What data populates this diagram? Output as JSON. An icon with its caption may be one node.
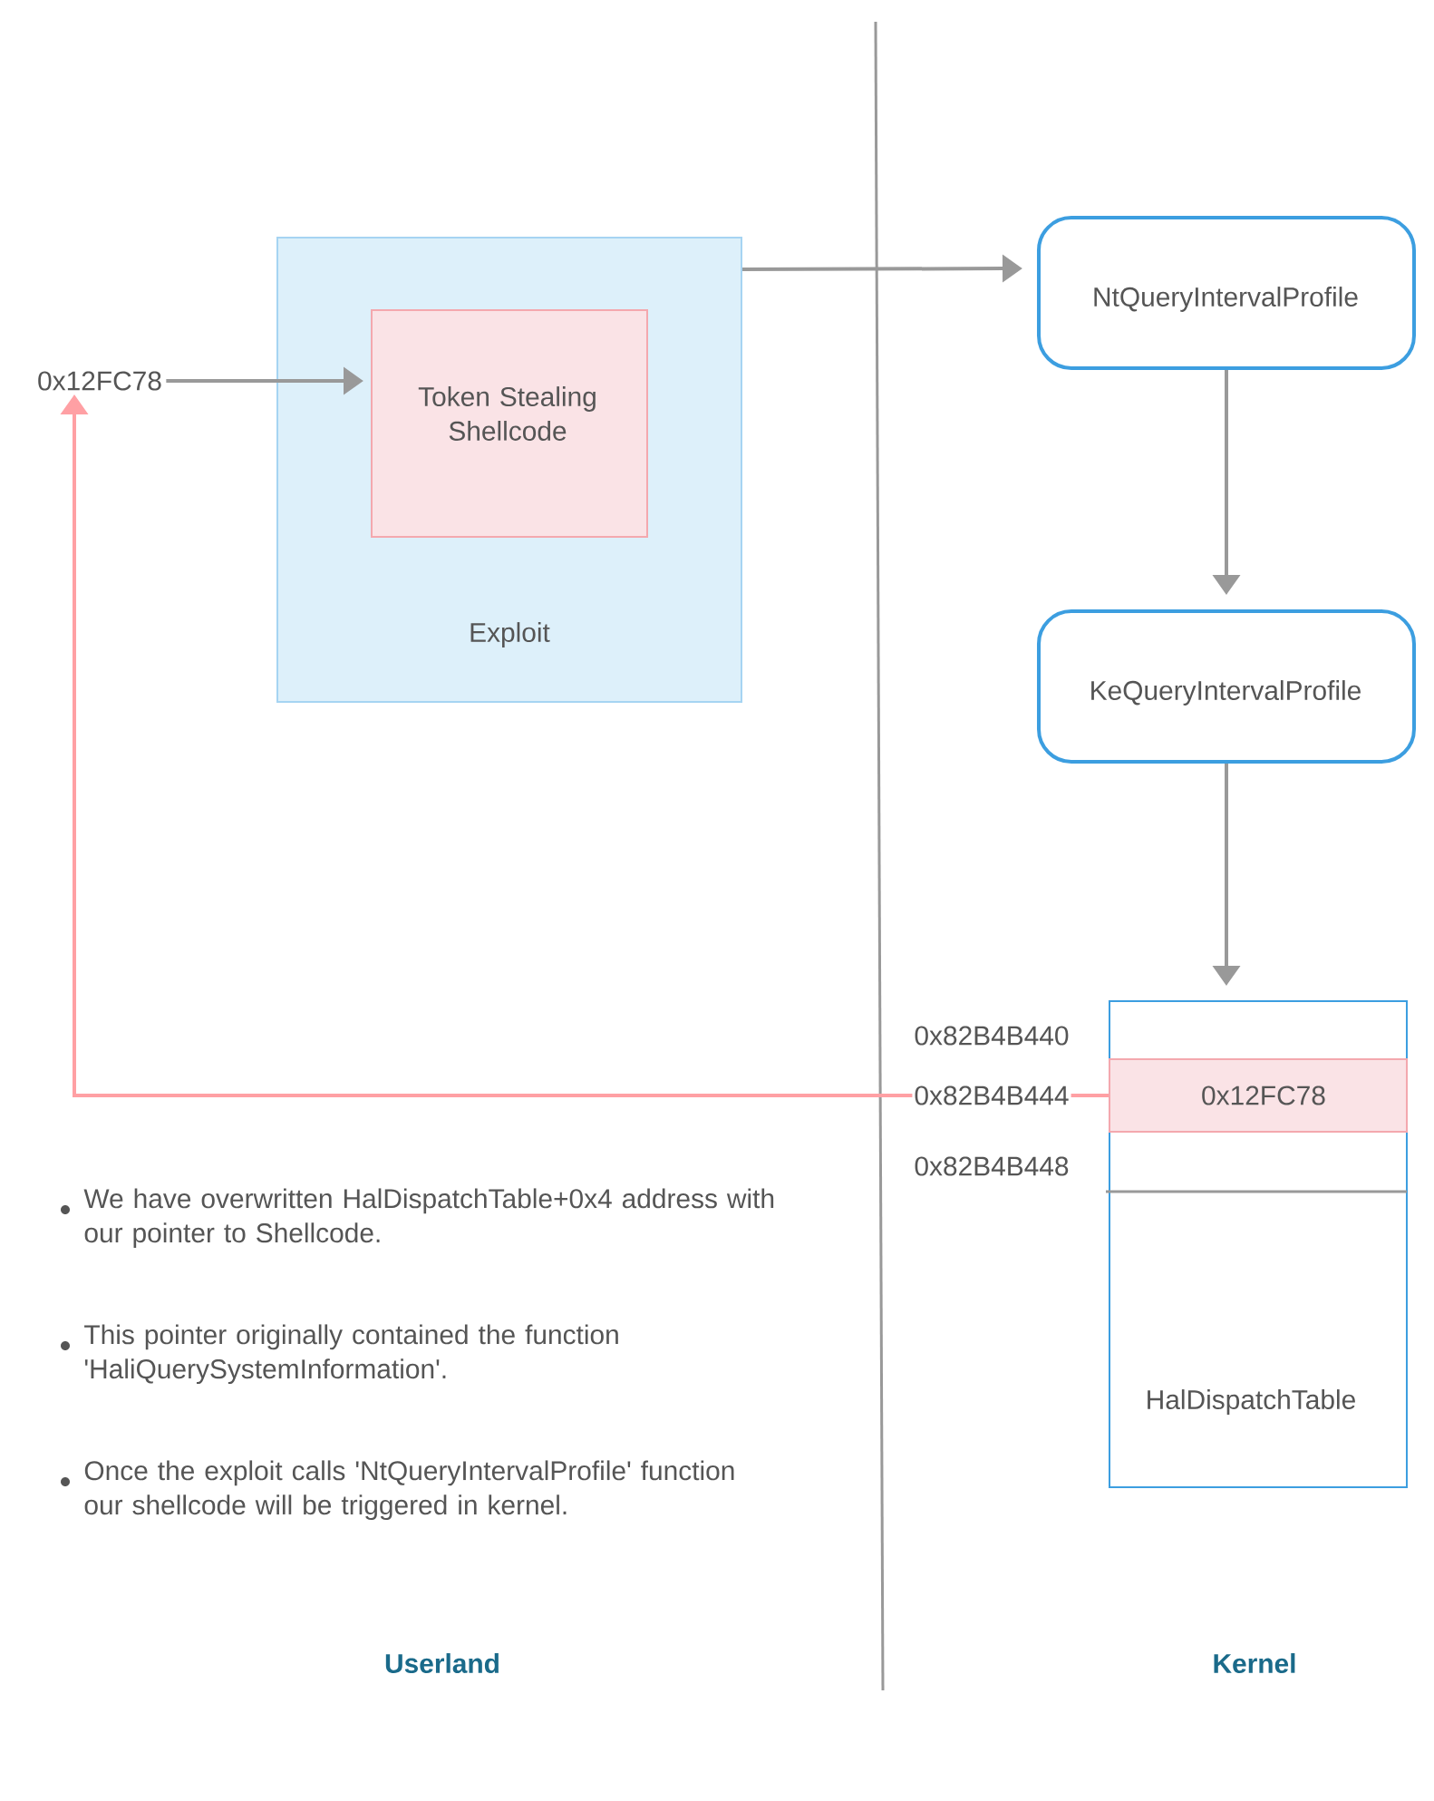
{
  "diagram": {
    "nodes": [
      {
        "text": [
          "Exploit"
        ]
      },
      {
        "text": [
          "Token Stealing Shellcode"
        ],
        "in": 0
      },
      {
        "text": [
          "0x12FC78"
        ]
      },
      {
        "text": [
          "NtQueryIntervalProfile"
        ]
      },
      {
        "text": [
          "KeQueryIntervalProfile"
        ]
      },
      {
        "text": [
          "HalDispatchTable"
        ]
      },
      {
        "text": [
          "0x12FC78"
        ],
        "in": 5
      }
    ],
    "edges": [
      {
        "from": 0,
        "to": 3,
        "arrow": "to"
      },
      {
        "from": 2,
        "to": 1,
        "arrow": "to"
      },
      {
        "from": 3,
        "to": 4,
        "arrow": "to"
      },
      {
        "from": 4,
        "to": 5,
        "arrow": "to"
      },
      {
        "from": 6,
        "to": 2,
        "arrow": "to",
        "color": "#ffa0a4"
      }
    ],
    "labels": [
      "0x82B4B440",
      "0x82B4B444",
      "0x82B4B448",
      "We have overwritten HalDispatchTable+0x4 address with our pointer to Shellcode.",
      "This pointer originally contained the function 'HaliQuerySystemInformation'.",
      "Once the exploit calls 'NtQueryIntervalProfile' function our shellcode will be triggered in kernel.",
      "Userland",
      "Kernel"
    ]
  }
}
